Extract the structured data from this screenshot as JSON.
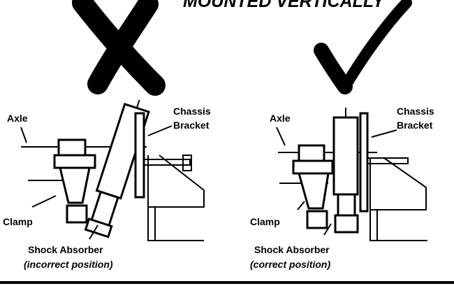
{
  "header": {
    "title": "MOUNTED VERTICALLY"
  },
  "panels": [
    {
      "mark": "cross-mark-icon",
      "labels": {
        "axle": "Axle",
        "chassis_line1": "Chassis",
        "chassis_line2": "Bracket",
        "clamp": "Clamp",
        "shock_line1": "Shock Absorber",
        "shock_line2": "(incorrect position)"
      }
    },
    {
      "mark": "check-mark-icon",
      "labels": {
        "axle": "Axle",
        "chassis_line1": "Chassis",
        "chassis_line2": "Bracket",
        "clamp": "Clamp",
        "shock_line1": "Shock Absorber",
        "shock_line2": "(correct position)"
      }
    }
  ],
  "colors": {
    "ink": "#000000",
    "paper": "#ffffff"
  }
}
